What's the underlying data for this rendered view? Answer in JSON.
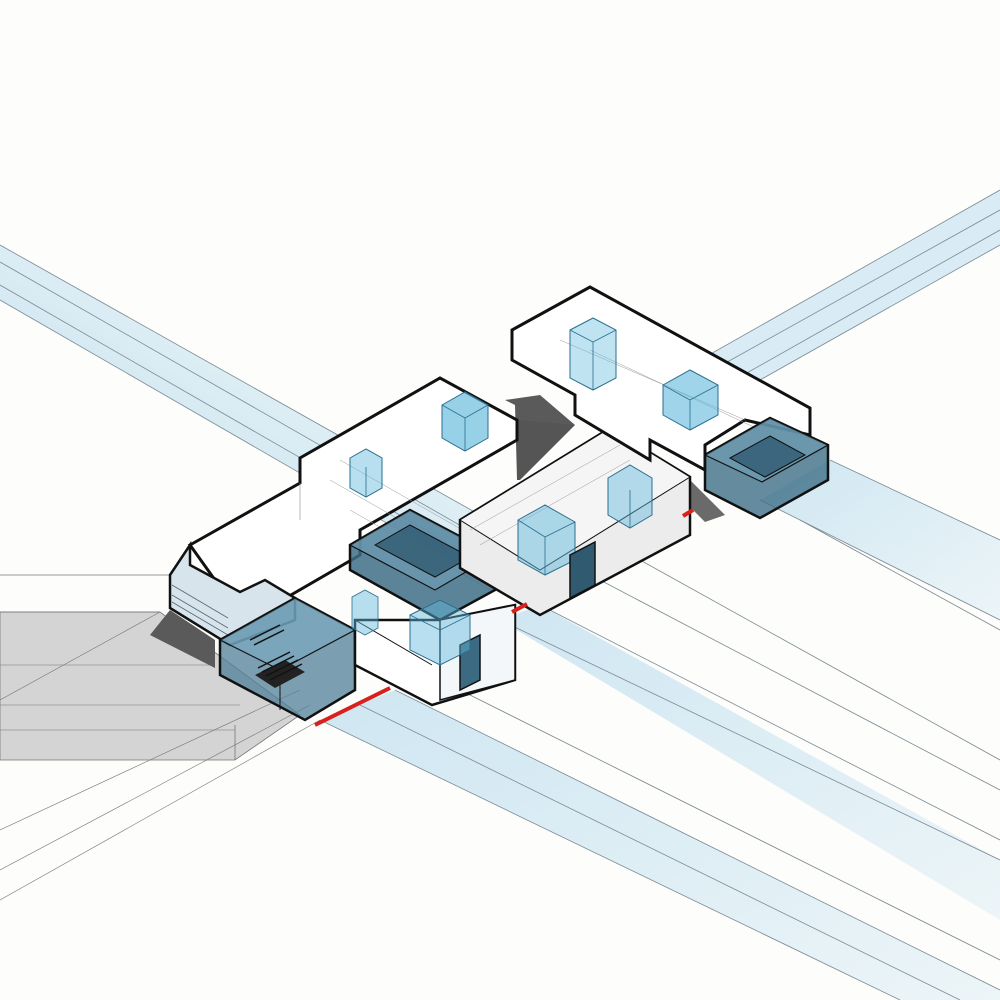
{
  "diagram": {
    "kind": "isometric-architectural-axonometric",
    "labels": [],
    "colors": {
      "background": "#fdfdfb",
      "glass_blue": "#5fb8dc",
      "light_beam": "#a9d4ea",
      "dark_glass": "#3f6f87",
      "shadow": "#5a5a5a",
      "ground_gray": "#d0d0d0",
      "accent_red": "#d9201c",
      "outline": "#111111"
    },
    "elements": [
      "light-beam-east",
      "light-beam-west",
      "ground-plane",
      "building-block-main",
      "building-block-north-east",
      "building-block-middle",
      "glass-volume-courtyard",
      "glass-volume-entry",
      "glass-volume-north-east",
      "glass-cubes",
      "stair",
      "red-threshold-lines"
    ]
  }
}
